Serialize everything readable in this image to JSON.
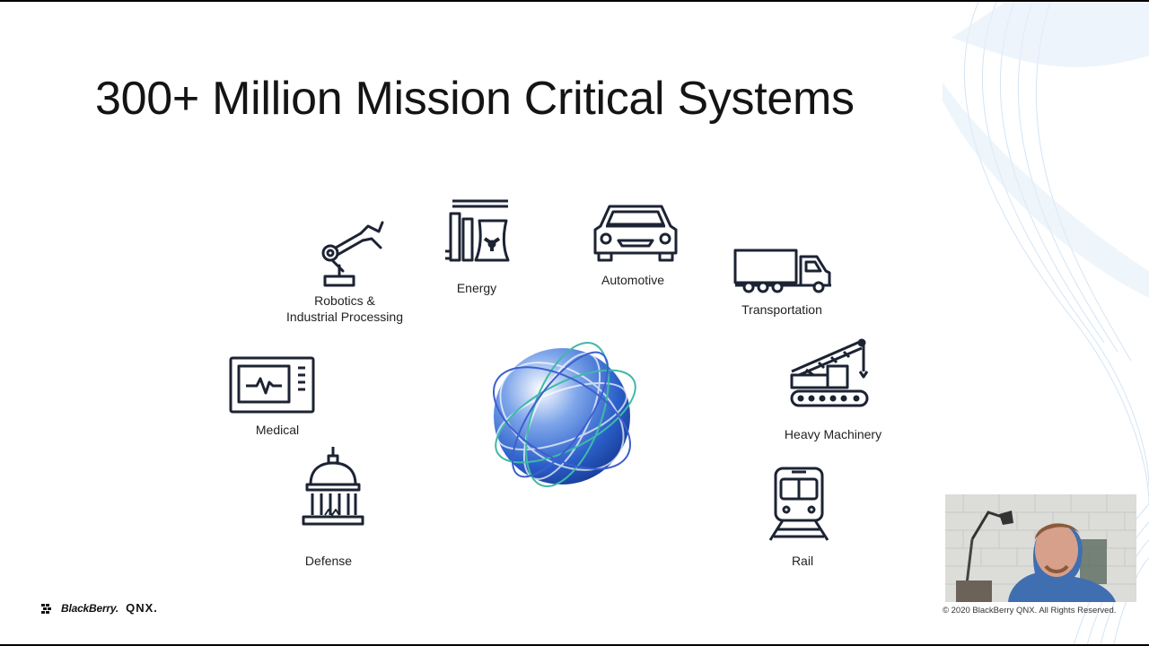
{
  "slide": {
    "title": "300+ Million Mission Critical Systems",
    "copyright": "© 2020 BlackBerry QNX. All Rights Reserved.",
    "brand": {
      "blackberry": "BlackBerry.",
      "qnx": "QNX."
    }
  },
  "markets": [
    {
      "id": "robotics",
      "label_line1": "Robotics &",
      "label_line2": "Industrial Processing",
      "icon": "robot-arm-icon"
    },
    {
      "id": "energy",
      "label": "Energy",
      "icon": "power-plant-icon"
    },
    {
      "id": "automotive",
      "label": "Automotive",
      "icon": "car-icon"
    },
    {
      "id": "transportation",
      "label": "Transportation",
      "icon": "truck-icon"
    },
    {
      "id": "medical",
      "label": "Medical",
      "icon": "medical-monitor-icon"
    },
    {
      "id": "heavy_machinery",
      "label": "Heavy Machinery",
      "icon": "crane-icon"
    },
    {
      "id": "defense",
      "label": "Defense",
      "icon": "capitol-building-icon"
    },
    {
      "id": "rail",
      "label": "Rail",
      "icon": "train-icon"
    }
  ],
  "colors": {
    "icon_stroke": "#1c2333",
    "globe_blue": "#2a5fc9",
    "orbit_teal": "#3fb9a8",
    "wave_blue": "#bcd6ee"
  }
}
